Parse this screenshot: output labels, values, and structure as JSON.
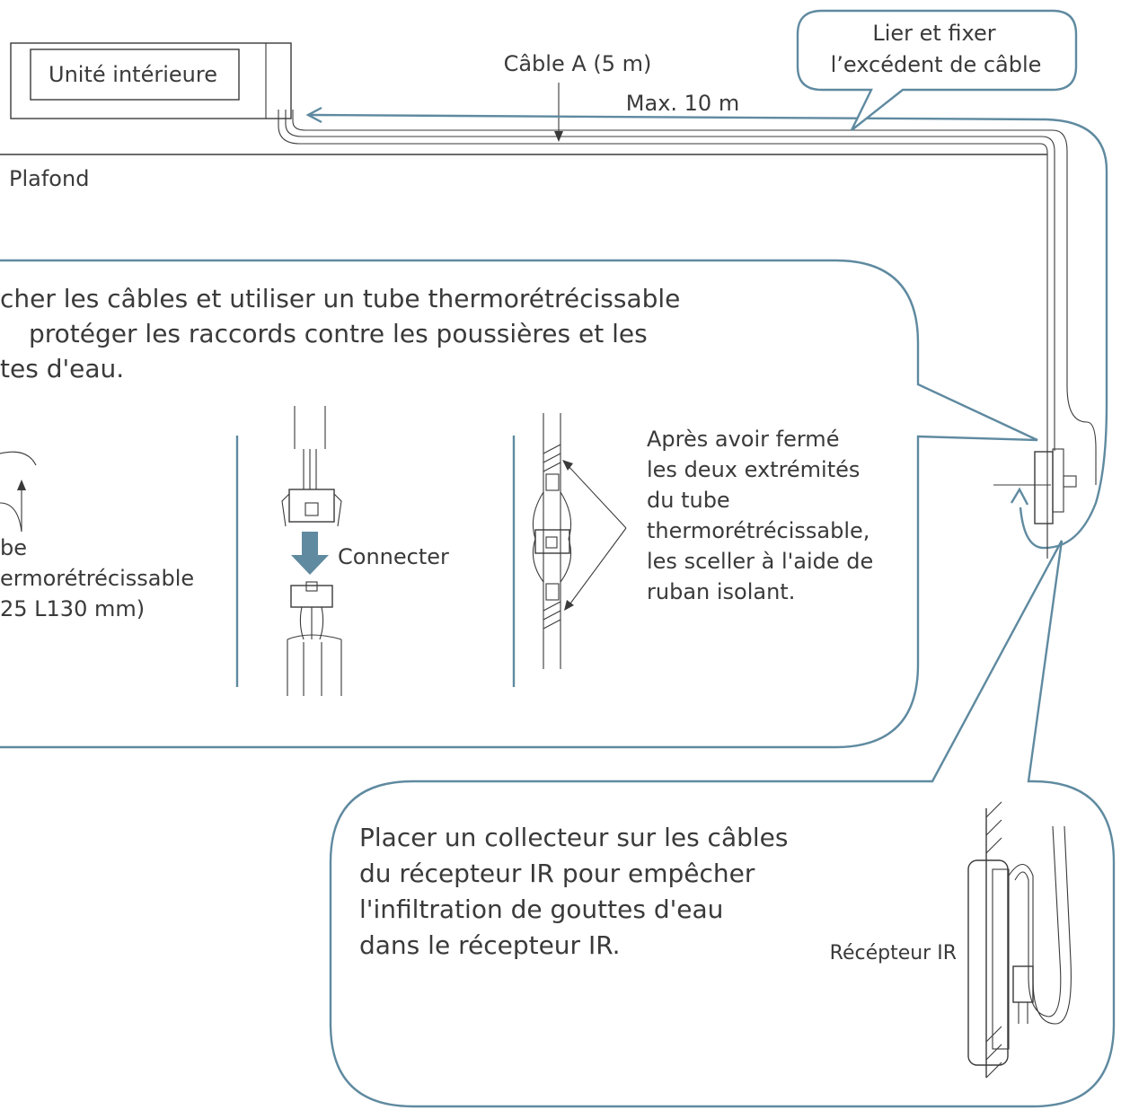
{
  "labels": {
    "indoor_unit": "Unité intérieure",
    "cable_a": "Câble A (5 m)",
    "max_length": "Max. 10 m",
    "ceiling": "Plafond",
    "bind_excess_line1": "Lier et fixer",
    "bind_excess_line2": "l’excédent de câble"
  },
  "instruction_callout": {
    "line1": "cher les câbles et utiliser un tube thermorétrécissable",
    "line2": "protéger les raccords contre les poussières et les",
    "line3": "tes d'eau.",
    "tube_label_line1": "be",
    "tube_label_line2": "ermorétrécissable",
    "tube_label_line3": "25 L130 mm)",
    "connect_label": "Connecter",
    "seal_line1": "Après avoir fermé",
    "seal_line2": "les deux extrémités",
    "seal_line3": "du tube",
    "seal_line4": "thermorétrécissable,",
    "seal_line5": "les sceller à l'aide de",
    "seal_line6": "ruban isolant."
  },
  "collector_callout": {
    "line1": "Placer un collecteur sur les câbles",
    "line2": "du récepteur IR pour empêcher",
    "line3": "l'infiltration de gouttes d'eau",
    "line4": "dans le récepteur IR.",
    "receiver_label": "Récépteur IR"
  },
  "colors": {
    "callout_border": "#5f8aa0",
    "connect_arrow": "#5f8aa0",
    "line": "#3a3a3a"
  }
}
